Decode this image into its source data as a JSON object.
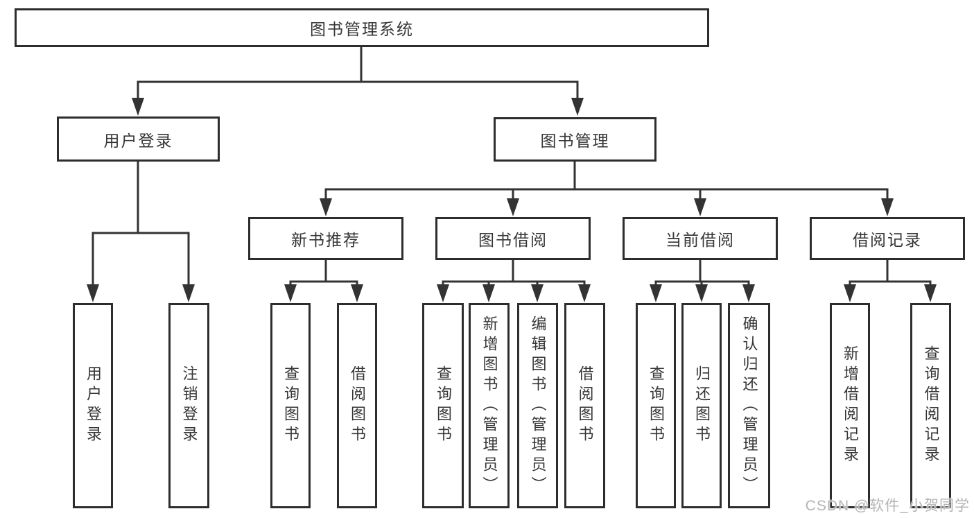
{
  "diagram": {
    "title": "图书管理系统",
    "nodes": {
      "root": "图书管理系统",
      "user_login": "用户登录",
      "book_management": "图书管理",
      "new_book_recommend": "新书推荐",
      "book_borrow": "图书借阅",
      "current_borrow": "当前借阅",
      "borrow_records": "借阅记录",
      "leaf_user_login": "用户登录",
      "leaf_logout": "注销登录",
      "nr_query_book": "查询图书",
      "nr_borrow_book": "借阅图书",
      "bb_query_book": "查询图书",
      "bb_add_book_admin": "新增图书（管理员）",
      "bb_edit_book_admin": "编辑图书（管理员）",
      "bb_borrow_book": "借阅图书",
      "cb_query_book": "查询图书",
      "cb_return_book": "归还图书",
      "cb_confirm_return_admin": "确认归还（管理员）",
      "br_add_record": "新增借阅记录",
      "br_query_record": "查询借阅记录"
    },
    "edges": [
      [
        "root",
        "user_login"
      ],
      [
        "root",
        "book_management"
      ],
      [
        "user_login",
        "leaf_user_login"
      ],
      [
        "user_login",
        "leaf_logout"
      ],
      [
        "book_management",
        "new_book_recommend"
      ],
      [
        "book_management",
        "book_borrow"
      ],
      [
        "book_management",
        "current_borrow"
      ],
      [
        "book_management",
        "borrow_records"
      ],
      [
        "new_book_recommend",
        "nr_query_book"
      ],
      [
        "new_book_recommend",
        "nr_borrow_book"
      ],
      [
        "book_borrow",
        "bb_query_book"
      ],
      [
        "book_borrow",
        "bb_add_book_admin"
      ],
      [
        "book_borrow",
        "bb_edit_book_admin"
      ],
      [
        "book_borrow",
        "bb_borrow_book"
      ],
      [
        "current_borrow",
        "cb_query_book"
      ],
      [
        "current_borrow",
        "cb_return_book"
      ],
      [
        "current_borrow",
        "cb_confirm_return_admin"
      ],
      [
        "borrow_records",
        "br_add_record"
      ],
      [
        "borrow_records",
        "br_query_record"
      ]
    ],
    "colors": {
      "line": "#333333",
      "box_border": "#2d2d2d",
      "text": "#363636",
      "watermark": "#b4b4b4",
      "background": "#ffffff"
    }
  },
  "watermark": "CSDN @软件_小贺同学"
}
